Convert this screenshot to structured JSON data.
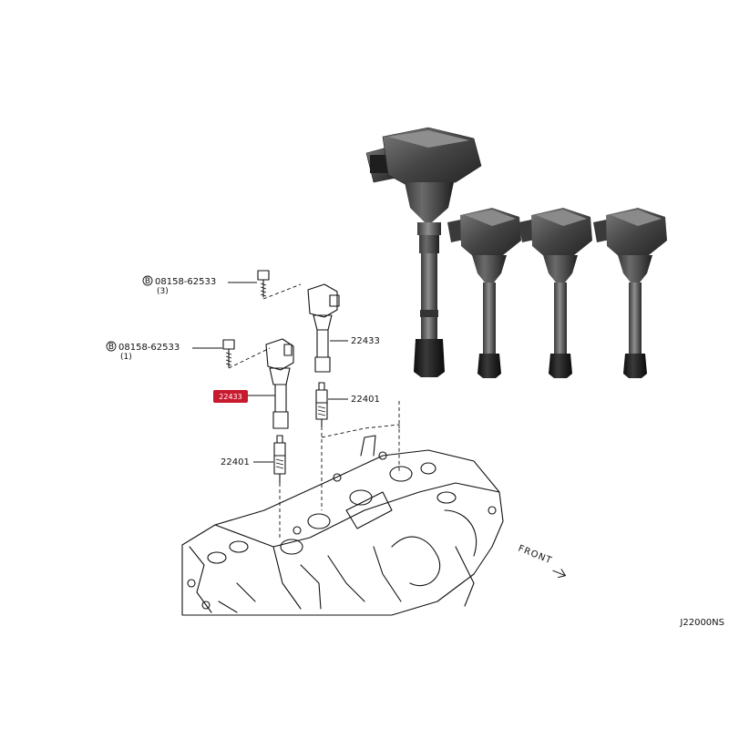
{
  "diagram": {
    "callouts": [
      {
        "id": "bolt-upper",
        "code": "08158-62533",
        "qty": "(3)",
        "prefix": "B"
      },
      {
        "id": "bolt-lower",
        "code": "08158-62533",
        "qty": "(1)",
        "prefix": "B"
      },
      {
        "id": "coil-right",
        "code": "22433"
      },
      {
        "id": "plug-right",
        "code": "22401"
      },
      {
        "id": "plug-left",
        "code": "22401"
      },
      {
        "id": "coil-highlight",
        "code": "22433"
      }
    ],
    "front_label": "FRONT",
    "drawing_id": "J22000NS"
  },
  "colors": {
    "highlight": "#c8192e",
    "coil_dark": "#2b2b2b",
    "coil_mid": "#555555",
    "coil_light": "#8a8a8a",
    "line": "#111111"
  }
}
